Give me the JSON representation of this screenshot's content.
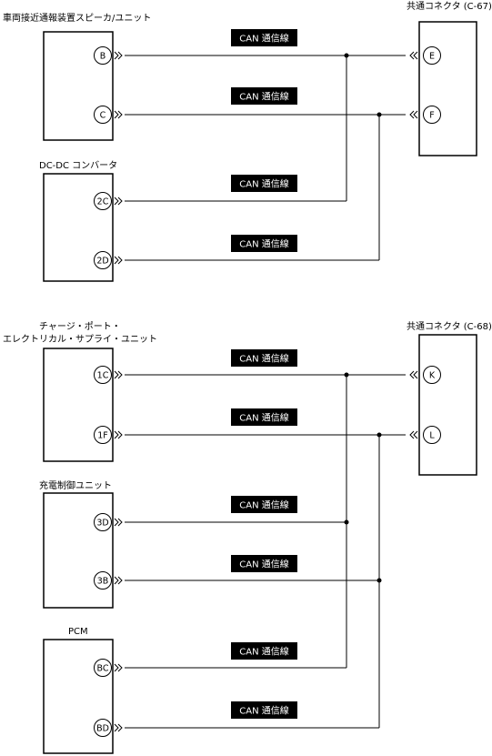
{
  "diagram1": {
    "unit1_label": "車両接近通報装置スピーカ/ユニット",
    "unit1_pins": [
      "B",
      "C"
    ],
    "unit2_label": "DC-DC コンバータ",
    "unit2_pins": [
      "2C",
      "2D"
    ],
    "connector_label": "共通コネクタ (C-67)",
    "connector_pins": [
      "E",
      "F"
    ],
    "wire_labels": [
      "CAN 通信線",
      "CAN 通信線",
      "CAN 通信線",
      "CAN 通信線"
    ]
  },
  "diagram2": {
    "unit1_label_line1": "チャージ・ポート・",
    "unit1_label_line2": "エレクトリカル・サプライ・ユニット",
    "unit1_pins": [
      "1C",
      "1F"
    ],
    "unit2_label": "充電制御ユニット",
    "unit2_pins": [
      "3D",
      "3B"
    ],
    "unit3_label": "PCM",
    "unit3_pins": [
      "BC",
      "BD"
    ],
    "connector_label": "共通コネクタ (C-68)",
    "connector_pins": [
      "K",
      "L"
    ],
    "wire_labels": [
      "CAN 通信線",
      "CAN 通信線",
      "CAN 通信線",
      "CAN 通信線",
      "CAN 通信線",
      "CAN 通信線"
    ]
  }
}
